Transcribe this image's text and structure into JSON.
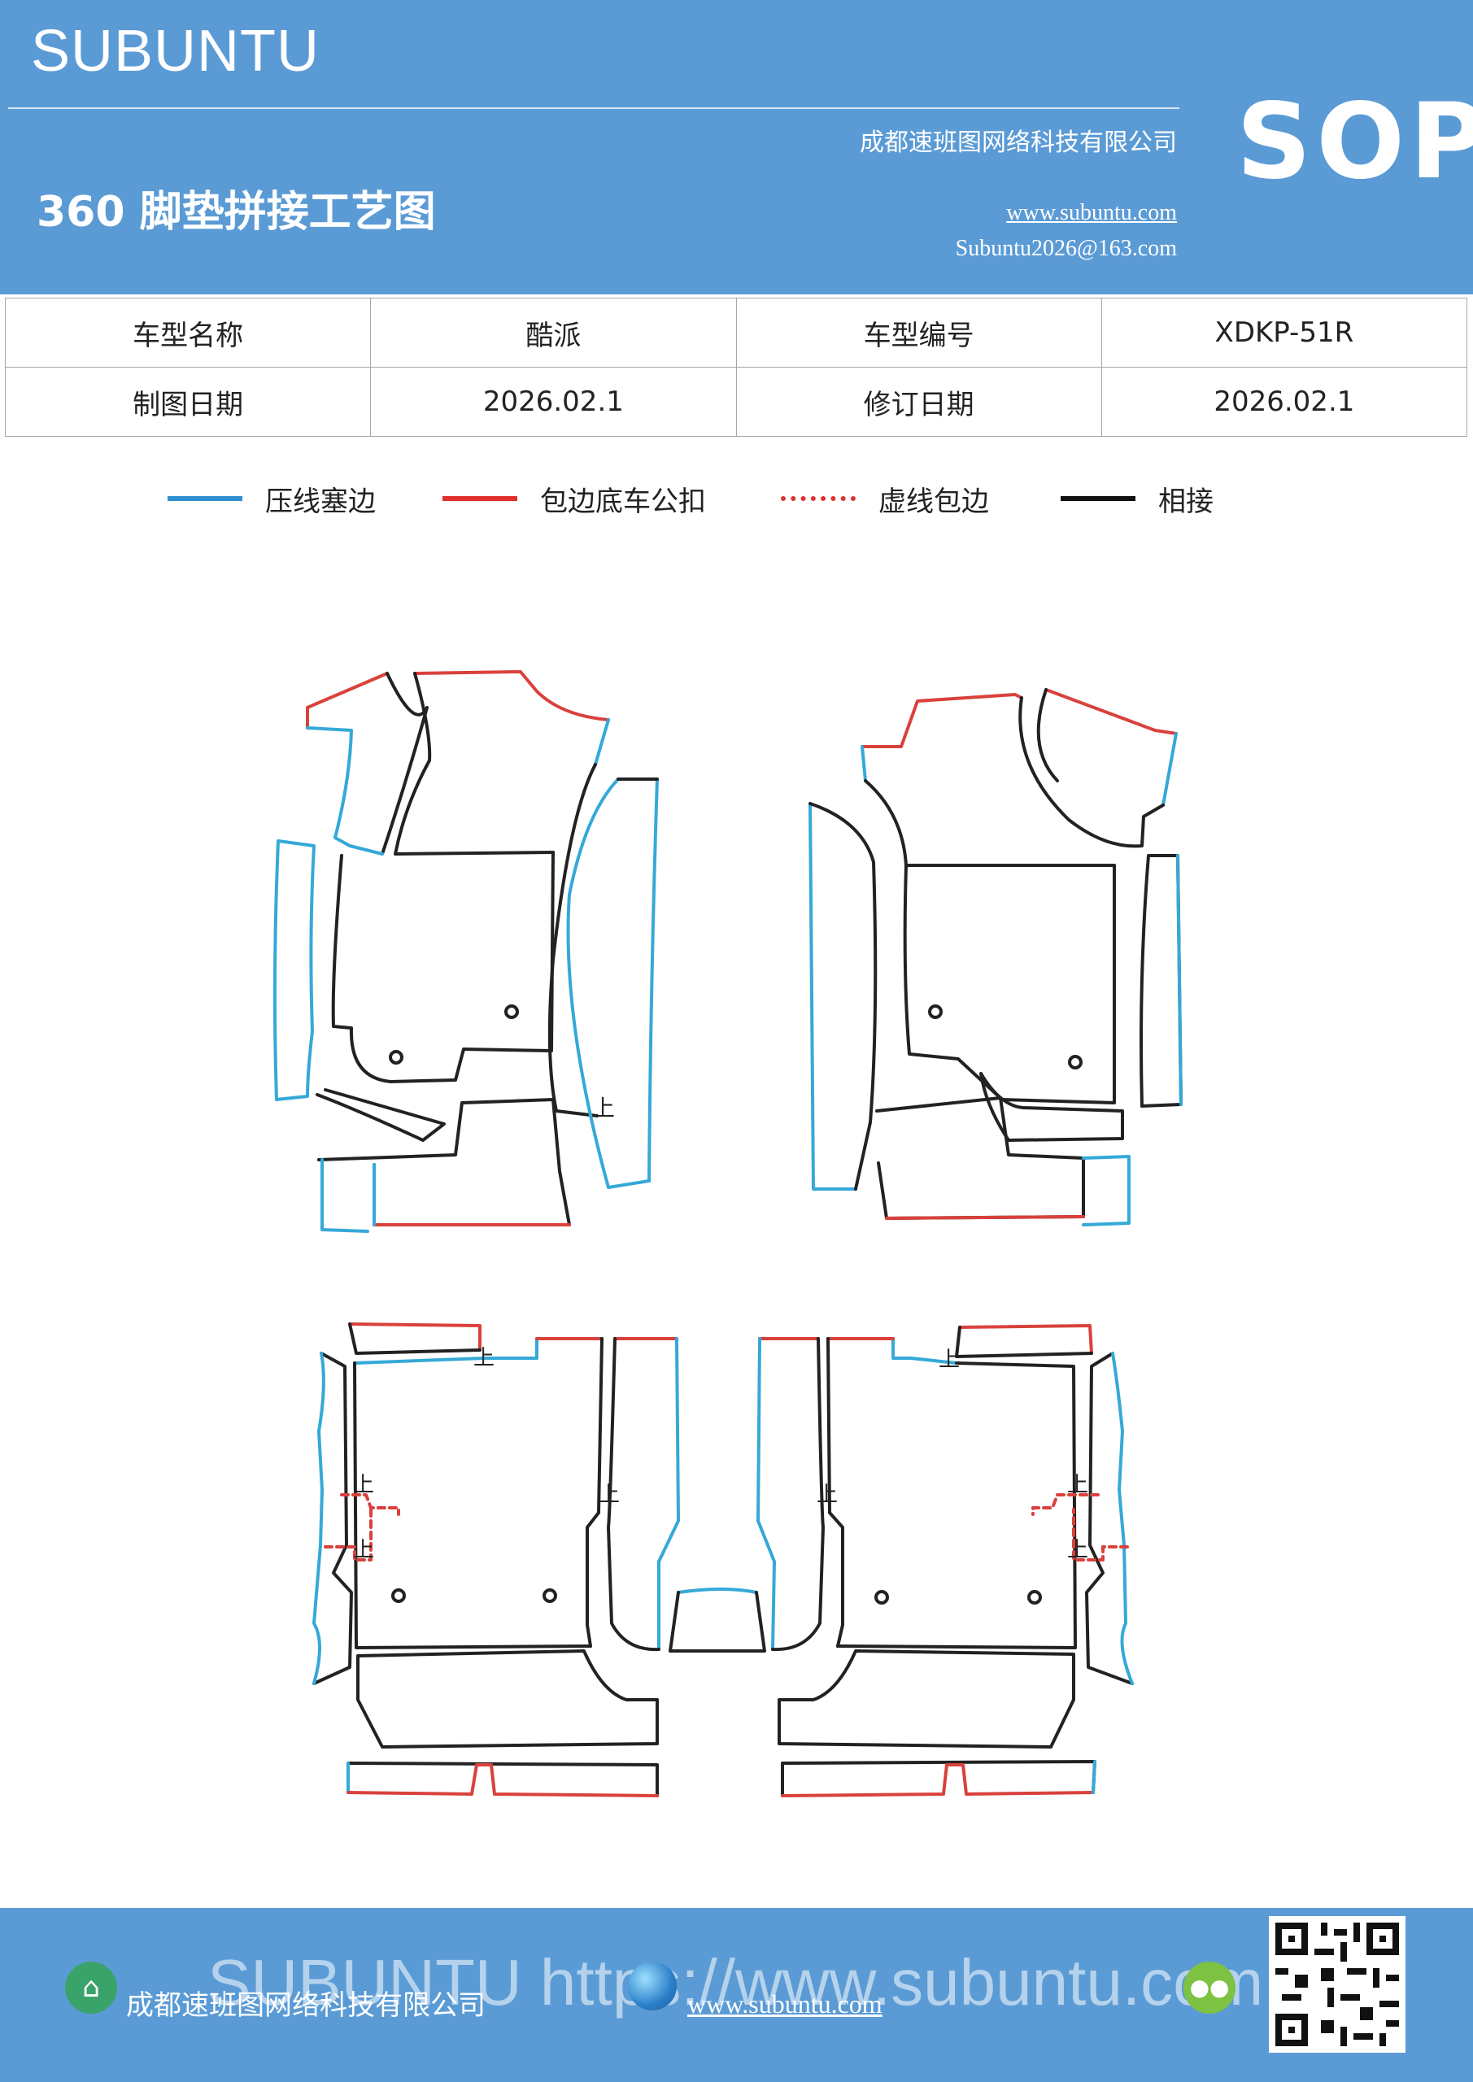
{
  "header": {
    "brand": "SUBUNTU",
    "company": "成都速班图网络科技有限公司",
    "title": "360 脚垫拼接工艺图",
    "url": "www.subuntu.com",
    "email": "Subuntu2026@163.com",
    "badge": "SOP"
  },
  "info": {
    "model_name_label": "车型名称",
    "model_name": "酷派",
    "model_code_label": "车型编号",
    "model_code": "XDKP-51R",
    "draw_date_label": "制图日期",
    "draw_date": "2026.02.1",
    "revise_date_label": "修订日期",
    "revise_date": "2026.02.1"
  },
  "legend": [
    {
      "label": "压线塞边",
      "color": "#2f8fd0",
      "style": "solid"
    },
    {
      "label": "包边底车公扣",
      "color": "#e0302e",
      "style": "solid"
    },
    {
      "label": "虚线包边",
      "color": "#e0302e",
      "style": "dashed"
    },
    {
      "label": "相接",
      "color": "#111111",
      "style": "solid"
    }
  ],
  "marks": {
    "up": "上"
  },
  "footer": {
    "company": "成都速班图网络科技有限公司",
    "url": "www.subuntu.com",
    "watermark": "SUBUNTU https://www.subuntu.com"
  },
  "colors": {
    "header_bg": "#5b9bd5",
    "blue_edge": "#35a9d8",
    "red_edge": "#d9413c",
    "join_line": "#222222"
  }
}
